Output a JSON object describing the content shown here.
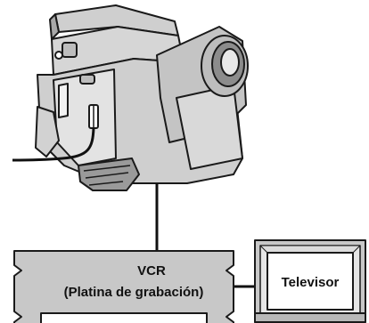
{
  "vcr": {
    "line1": "VCR",
    "line2": "(Platina de grabación)"
  },
  "tv": {
    "label": "Televisor"
  },
  "colors": {
    "outline": "#1a1a1a",
    "device_fill": "#c8c8c8",
    "device_light": "#e6e6e6",
    "screen": "#ffffff",
    "cable": "#111111"
  },
  "icons": [
    "camcorder-icon",
    "vcr-icon",
    "television-icon"
  ]
}
